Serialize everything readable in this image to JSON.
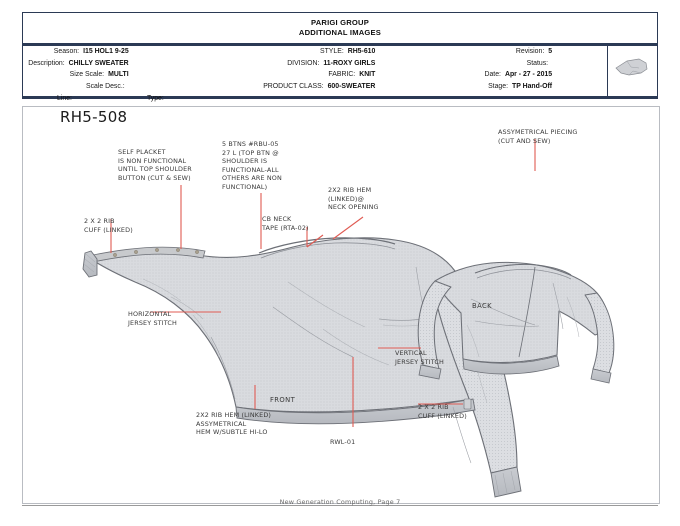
{
  "header": {
    "company": "PARIGI GROUP",
    "subtitle": "ADDITIONAL IMAGES",
    "left_fields": [
      {
        "label": "Season:",
        "value": "I15 HOL1 9-25"
      },
      {
        "label": "Description:",
        "value": "CHILLY SWEATER"
      },
      {
        "label": "Size Scale:",
        "value": "MULTI"
      },
      {
        "label": "Scale Desc.:",
        "value": ""
      }
    ],
    "line_label": "Line:",
    "type_label": "Type:",
    "mid_fields": [
      {
        "label": "STYLE:",
        "value": "RH5-610"
      },
      {
        "label": "DIVISION:",
        "value": "11-ROXY GIRLS"
      },
      {
        "label": "FABRIC:",
        "value": "KNIT"
      },
      {
        "label": "PRODUCT CLASS:",
        "value": "600-SWEATER"
      }
    ],
    "right_fields": [
      {
        "label": "Revision:",
        "value": "5"
      },
      {
        "label": "Status:",
        "value": ""
      },
      {
        "label": "Date:",
        "value": "Apr - 27 - 2015"
      },
      {
        "label": "Stage:",
        "value": "TP Hand-Off"
      }
    ],
    "thumbnail_name": "sweater-thumbnail"
  },
  "main": {
    "page_title": "RH5-508",
    "view_labels": {
      "front": "FRONT",
      "back": "BACK"
    },
    "annotations": {
      "self_placket": "SELF PLACKET\nIS NON FUNCTIONAL\nUNTIL TOP SHOULDER\nBUTTON (CUT & SEW)",
      "buttons": "5 BTNS #RBU-05\n27 L (TOP BTN @\nSHOULDER IS\nFUNCTIONAL-ALL\nOTHERS ARE NON\nFUNCTIONAL)",
      "cb_neck_tape": "CB NECK\nTAPE (RTA-02)",
      "rib_hem_neck": "2X2 RIB HEM\n(LINKED)@\nNECK OPENING",
      "assymetrical_piecing": "ASSYMETRICAL PIECING\n(CUT AND SEW)",
      "rib_cuff_left": "2 X 2 RIB\nCUFF (LINKED)",
      "horizontal_jersey": "HORIZONTAL\nJERSEY STITCH",
      "vertical_jersey": "VERTICAL\nJERSEY STITCH",
      "rib_cuff_right": "2 X 2 RIB\nCUFF (LINKED)",
      "rib_hem_front": "2X2 RIB HEM (LINKED)\n ASSYMETRICAL\nHEM W/SUBTLE HI-LO",
      "rwl": "RWL-01"
    }
  },
  "footer": {
    "text": "New Generation Computing, Page 7"
  },
  "colors": {
    "header_navy": "#2b3a55",
    "leader_red": "#e05b53",
    "garment_fill": "#d6d8dc",
    "garment_stroke": "#6d7077",
    "note_text": "#3a3a3a"
  }
}
